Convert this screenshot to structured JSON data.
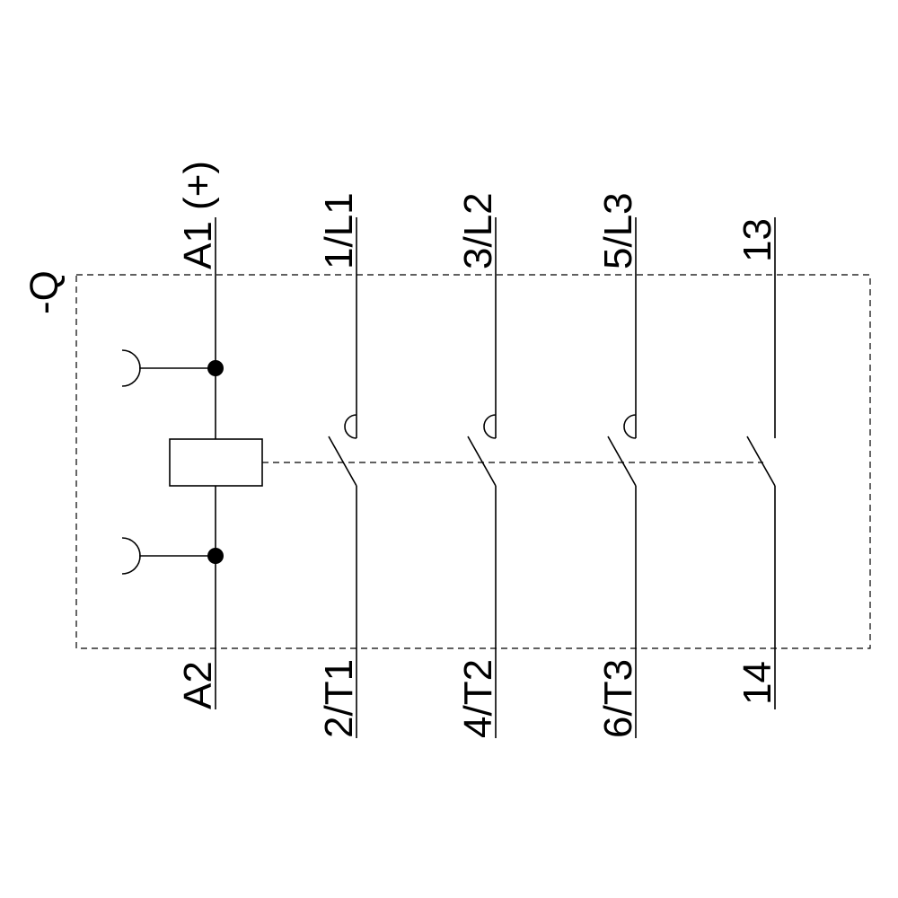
{
  "designation": "-Q",
  "coil": {
    "top_terminal": "A1 (+)",
    "bottom_terminal": "A2"
  },
  "main_contacts": [
    {
      "top": "1/L1",
      "bottom": "2/T1"
    },
    {
      "top": "3/L2",
      "bottom": "4/T2"
    },
    {
      "top": "5/L3",
      "bottom": "6/T3"
    }
  ],
  "auxiliary_contact": {
    "top": "13",
    "bottom": "14"
  },
  "colors": {
    "line": "#000000",
    "background": "#ffffff"
  }
}
